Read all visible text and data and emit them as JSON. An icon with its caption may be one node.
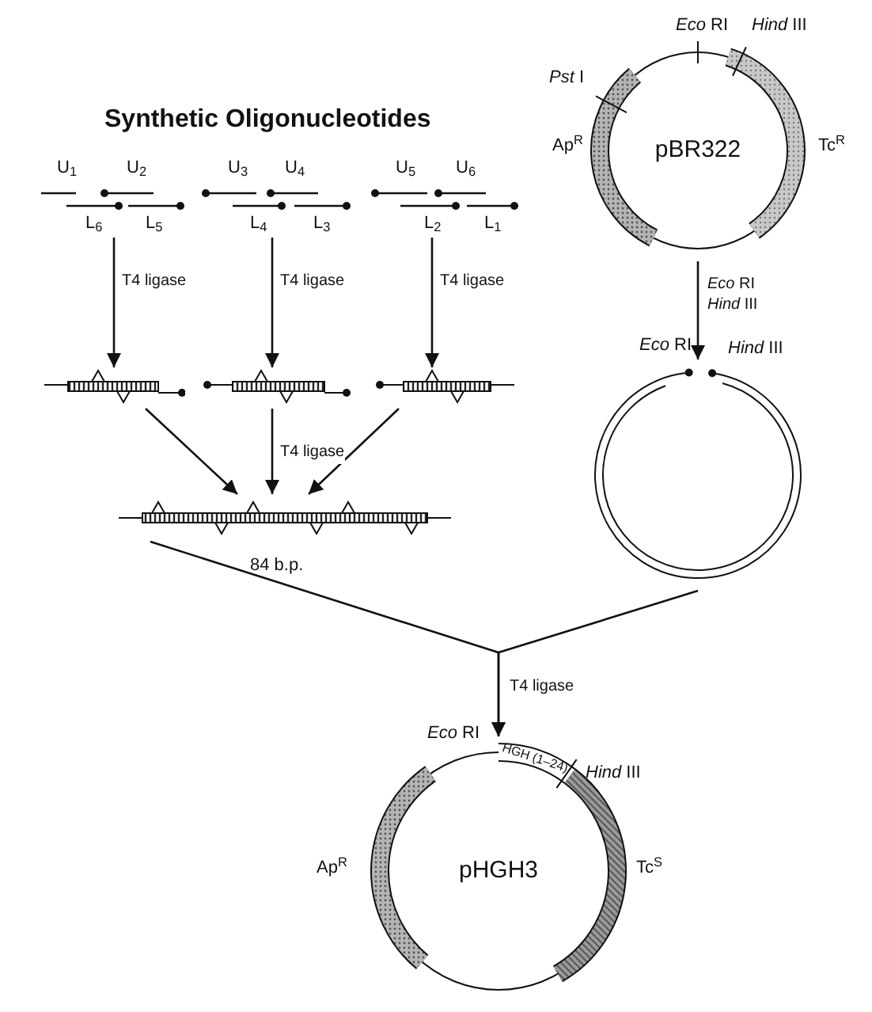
{
  "diagram": {
    "title": "Synthetic Oligonucleotides",
    "nodes": [
      {
        "text": [
          "U$_{1}$",
          "U$_{2}$",
          "L$_{6}$",
          "L$_{5}$"
        ]
      },
      {
        "text": [
          "U$_{3}$",
          "U$_{4}$",
          "L$_{4}$",
          "L$_{3}$"
        ]
      },
      {
        "text": [
          "U$_{5}$",
          "U$_{6}$",
          "L$_{2}$",
          "L$_{1}$"
        ]
      },
      {
        "text": [],
        "shape": "bar"
      },
      {
        "text": [],
        "shape": "bar"
      },
      {
        "text": [],
        "shape": "bar"
      },
      {
        "text": [],
        "shape": "bar",
        "beside": [
          "84 b.p."
        ]
      },
      {
        "text": [
          "pBR322"
        ],
        "beside": [
          "*Eco* RI",
          "*Hind* III",
          "*Pst* I",
          "Ap$^{R}$",
          "Tc$^{R}$"
        ]
      },
      {
        "text": [],
        "shape": "circle",
        "beside": [
          "*Eco* RI",
          "*Hind* III"
        ]
      },
      {
        "text": [
          "pHGH3"
        ],
        "beside": [
          "*Eco* RI",
          "HGH (1–24)",
          "*Hind* III",
          "Ap$^{R}$",
          "Tc$^{S}$"
        ]
      }
    ],
    "edges": [
      {
        "from": 0,
        "to": 3,
        "arrow": "to",
        "label": "T4 ligase"
      },
      {
        "from": 1,
        "to": 4,
        "arrow": "to",
        "label": "T4 ligase"
      },
      {
        "from": 2,
        "to": 5,
        "arrow": "to",
        "label": "T4 ligase"
      },
      {
        "from": 3,
        "to": 6,
        "arrow": "to"
      },
      {
        "from": 5,
        "to": 6,
        "arrow": "to"
      },
      {
        "from": 4,
        "to": 6,
        "arrow": "to",
        "label": "T4 ligase"
      },
      {
        "from": 7,
        "to": 8,
        "arrow": "to",
        "label": "*Eco* RI *Hind* III"
      },
      {
        "from": 6,
        "to": 9,
        "arrow": "to",
        "label": "T4 ligase"
      },
      {
        "from": 8,
        "to": 9,
        "arrow": "to"
      }
    ]
  }
}
